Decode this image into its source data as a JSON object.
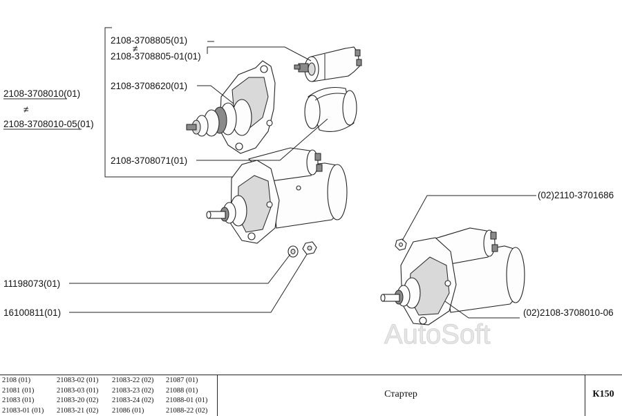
{
  "callouts": {
    "solenoid_a": "2108-3708805(01)",
    "neq_solenoid": "≠",
    "solenoid_b": "2108-3708805-01(01)",
    "drive_end": "2108-3708620(01)",
    "starter_a": "2108-3708010(01)",
    "neq_starter": "≠",
    "starter_b": "2108-3708010-05(01)",
    "ring": "2108-3708071(01)",
    "nut_02": "(02)2110-3701686",
    "washer": "11198073(01)",
    "nut": "16100811(01)",
    "starter_02": "(02)2108-3708010-06"
  },
  "watermark": "AutoSoft",
  "models": [
    [
      "2108 (01)",
      "21081 (01)",
      "21083 (01)",
      "21083-01 (01)"
    ],
    [
      "21083-02 (01)",
      "21083-03 (01)",
      "21083-20 (02)",
      "21083-21 (02)"
    ],
    [
      "21083-22 (02)",
      "21083-23 (02)",
      "21083-24 (02)",
      "21086 (01)"
    ],
    [
      "21087 (01)",
      "21088 (01)",
      "21088-01 (01)",
      "21088-22 (02)"
    ]
  ],
  "title": "Стартер",
  "page_code": "К150"
}
